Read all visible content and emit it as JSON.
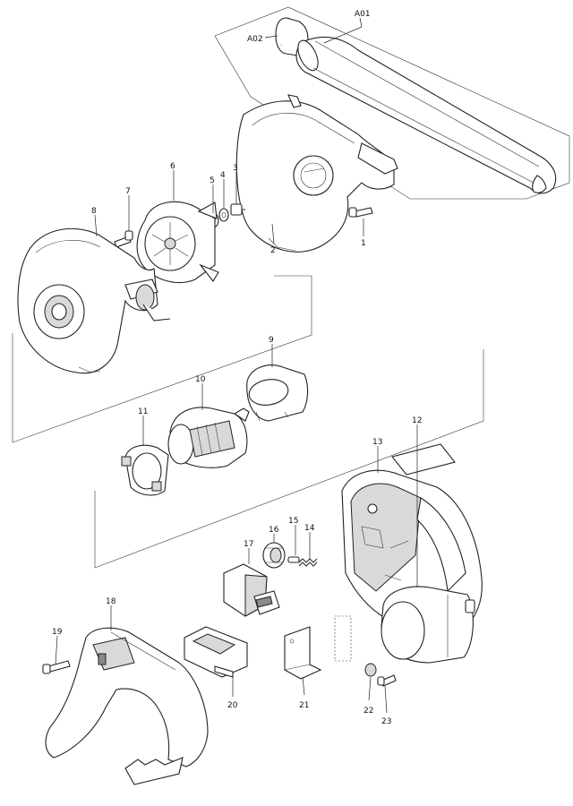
{
  "diagram": {
    "labels": {
      "a01": "A01",
      "a02": "A02",
      "p1": "1",
      "p2": "2",
      "p3": "3",
      "p4": "4",
      "p5": "5",
      "p6": "6",
      "p7": "7",
      "p8": "8",
      "p9": "9",
      "p10": "10",
      "p11": "11",
      "p12": "12",
      "p13": "13",
      "p14": "14",
      "p15": "15",
      "p16": "16",
      "p17": "17",
      "p18": "18",
      "p19": "19",
      "p20": "20",
      "p21": "21",
      "p22": "22",
      "p23": "23"
    }
  }
}
